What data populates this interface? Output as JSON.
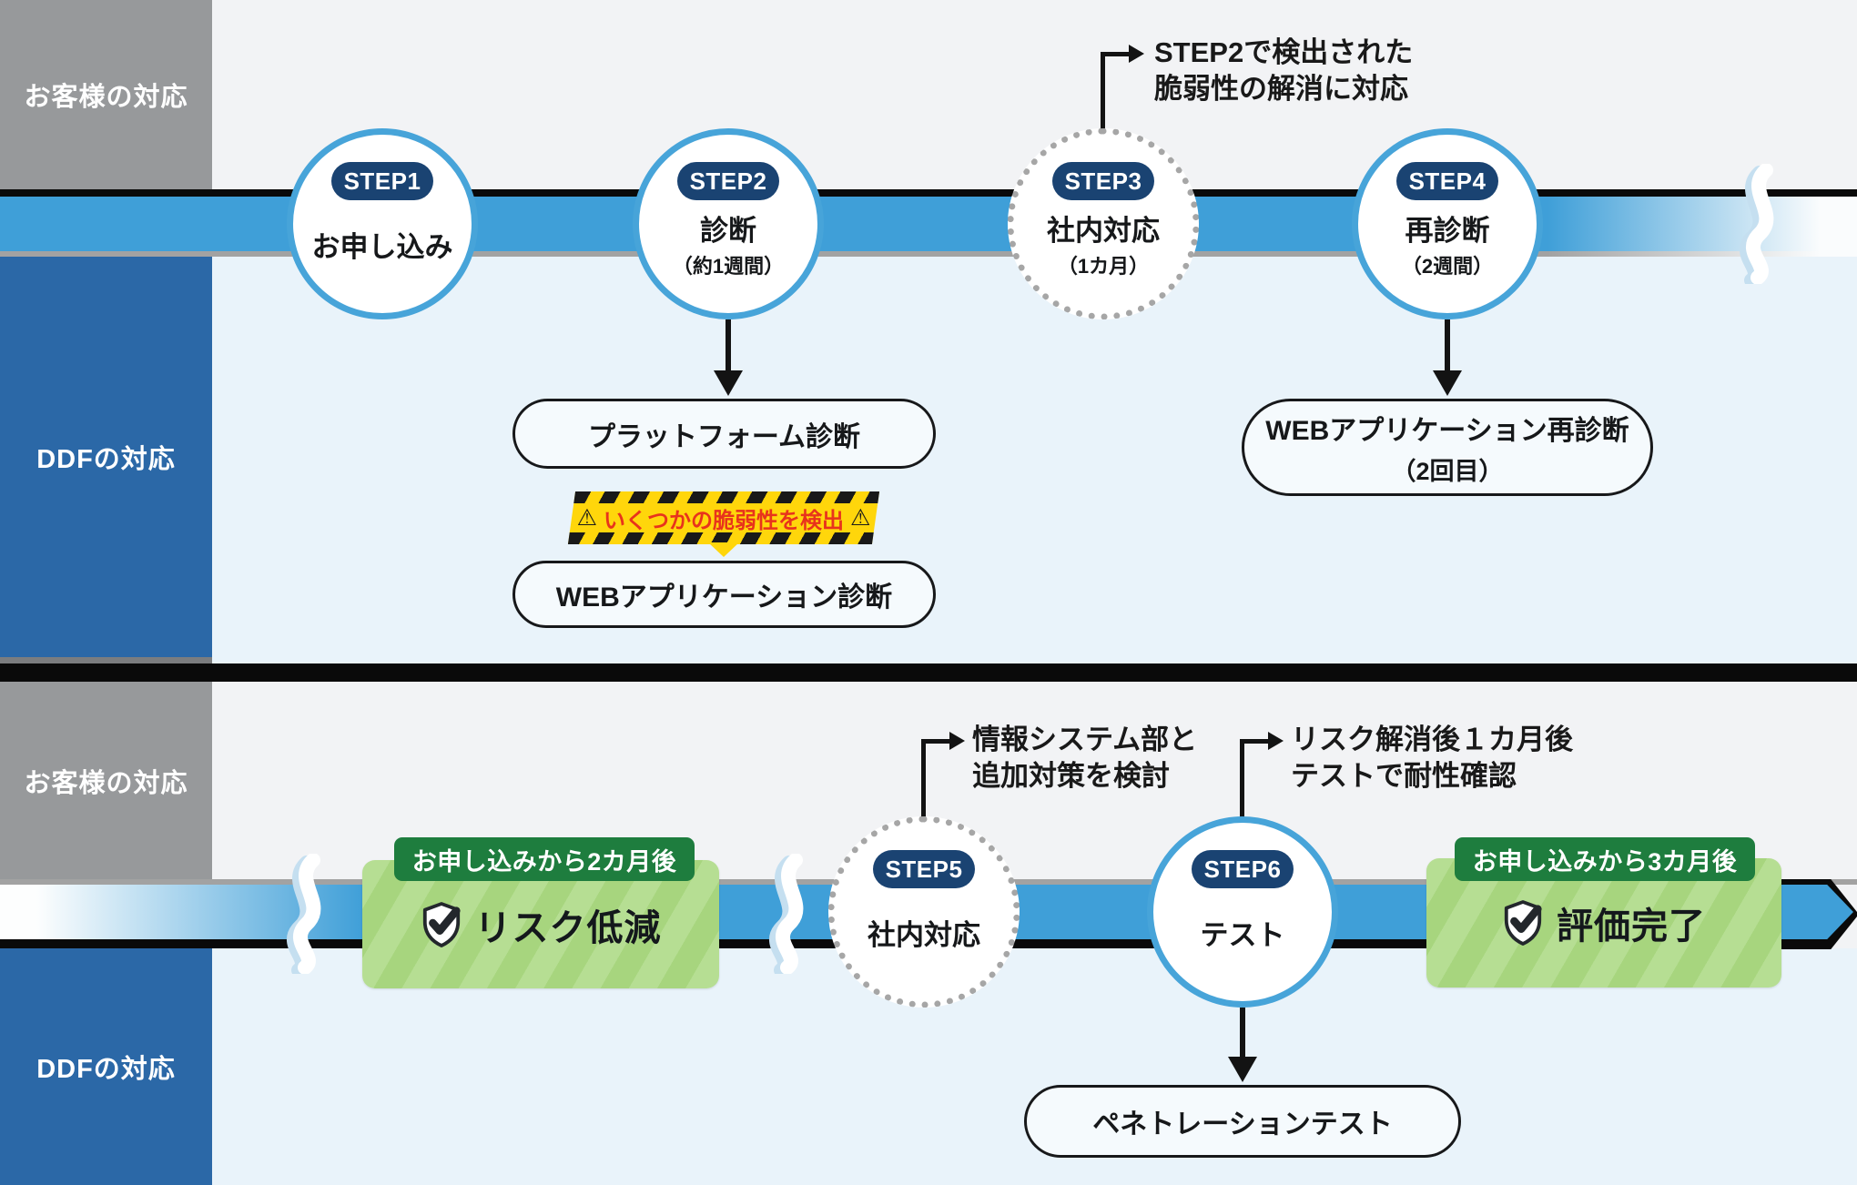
{
  "colors": {
    "accent_blue": "#3f9fd8",
    "sidebar_blue": "#2b68a7",
    "sidebar_gray": "#97999b",
    "navy_step_badge": "#1a4372",
    "circle_border_blue": "#47a4d9",
    "green_badge": "#1e7d3e",
    "green_box_stripe_light": "#b6de93",
    "green_box_stripe_dark": "#a7d57e",
    "warning_yellow": "#ffd60b",
    "warning_red": "#e8331c",
    "ink": "#17181a"
  },
  "lanes": {
    "top_customer_label": "お客様の対応",
    "top_ddf_label": "DDFの対応",
    "bottom_customer_label": "お客様の対応",
    "bottom_ddf_label": "DDFの対応"
  },
  "steps": [
    {
      "badge": "STEP1",
      "title": "お申し込み",
      "subtitle": ""
    },
    {
      "badge": "STEP2",
      "title": "診断",
      "subtitle": "（約1週間）"
    },
    {
      "badge": "STEP3",
      "title": "社内対応",
      "subtitle": "（1カ月）"
    },
    {
      "badge": "STEP4",
      "title": "再診断",
      "subtitle": "（2週間）"
    },
    {
      "badge": "STEP5",
      "title": "社内対応",
      "subtitle": ""
    },
    {
      "badge": "STEP6",
      "title": "テスト",
      "subtitle": ""
    }
  ],
  "annotations": {
    "step3": {
      "line1": "STEP2で検出された",
      "line2": "脆弱性の解消に対応"
    },
    "step5": {
      "line1": "情報システム部と",
      "line2": "追加対策を検討"
    },
    "step6": {
      "line1": "リスク解消後１カ月後",
      "line2": "テストで耐性確認"
    }
  },
  "pills": {
    "platform": "プラットフォーム診断",
    "webapp": "WEBアプリケーション診断",
    "rediag_line1": "WEBアプリケーション再診断",
    "rediag_line2": "（2回目）",
    "pentest": "ペネトレーションテスト"
  },
  "warning": {
    "label": "いくつかの脆弱性を検出",
    "icon_left": "⚠",
    "icon_right": "⚠"
  },
  "milestones": {
    "risk": {
      "badge": "お申し込みから2カ月後",
      "label": "リスク低減"
    },
    "done": {
      "badge": "お申し込みから3カ月後",
      "label": "評価完了"
    }
  }
}
